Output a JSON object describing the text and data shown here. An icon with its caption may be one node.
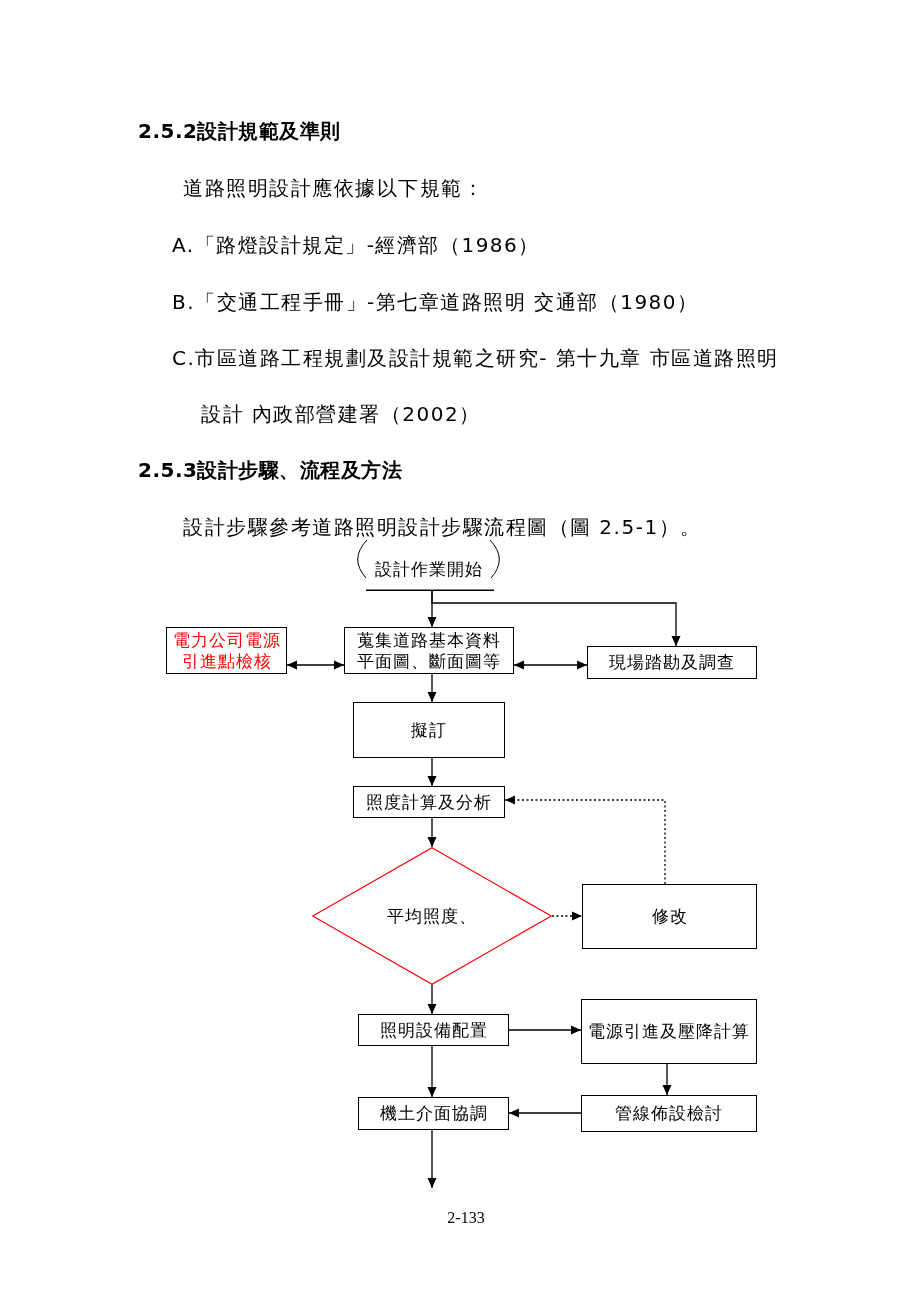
{
  "diagram": {
    "nodes": [
      {
        "text": [
          "設計作業開始"
        ]
      },
      {
        "text": [
          "電力公司電源引進點檢核"
        ]
      },
      {
        "text": [
          "蒐集道路基本資料平面圖、斷面圖等"
        ]
      },
      {
        "text": [
          "現場踏勘及調查"
        ]
      },
      {
        "text": [
          "擬訂"
        ]
      },
      {
        "text": [
          "照度計算及分析"
        ]
      },
      {
        "text": [
          "平均照度、"
        ]
      },
      {
        "text": [
          "修改"
        ]
      },
      {
        "text": [
          "照明設備配置"
        ]
      },
      {
        "text": [
          "電源引進及壓降計算"
        ]
      },
      {
        "text": [
          "機土介面協調"
        ]
      },
      {
        "text": [
          "管線佈設檢討"
        ]
      }
    ],
    "edges": [
      {
        "from": 0,
        "to": 2,
        "arrow": "to"
      },
      {
        "from": 0,
        "to": 3,
        "arrow": "to"
      },
      {
        "from": 1,
        "to": 2,
        "arrow": "both"
      },
      {
        "from": 2,
        "to": 3,
        "arrow": "both"
      },
      {
        "from": 2,
        "to": 4,
        "arrow": "to"
      },
      {
        "from": 4,
        "to": 5,
        "arrow": "to"
      },
      {
        "from": 5,
        "to": 6,
        "arrow": "to"
      },
      {
        "from": 6,
        "to": 7,
        "arrow": "to",
        "style": "dashed"
      },
      {
        "from": 7,
        "to": 5,
        "arrow": "to",
        "style": "dashed"
      },
      {
        "from": 6,
        "to": 8,
        "arrow": "to"
      },
      {
        "from": 8,
        "to": 9,
        "arrow": "to"
      },
      {
        "from": 9,
        "to": 11,
        "arrow": "to"
      },
      {
        "from": 11,
        "to": 10,
        "arrow": "to"
      },
      {
        "from": 8,
        "to": 10,
        "arrow": "to"
      },
      {
        "from": 10,
        "to": null,
        "arrow": "to"
      }
    ],
    "labels": [
      "2.5.2設計規範及準則",
      "道路照明設計應依據以下規範：",
      "A.「路燈設計規定」-經濟部（1986）",
      "B.「交通工程手冊」-第七章道路照明 交通部（1980）",
      "C.市區道路工程規劃及設計規範之研究- 第十九章 市區道路照明設計 內政部營建署（2002）",
      "2.5.3設計步驟、流程及方法",
      "設計步驟參考道路照明設計步驟流程圖（圖 2.5-1）。",
      "2-133"
    ]
  }
}
